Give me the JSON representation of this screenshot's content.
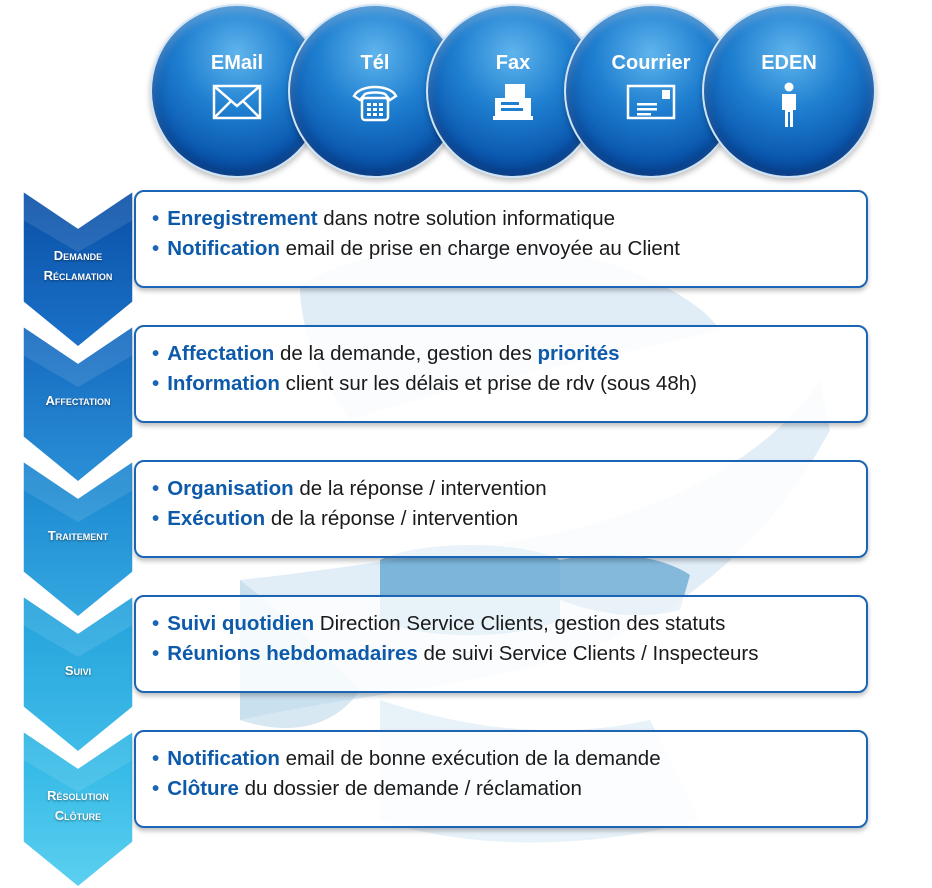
{
  "channels": [
    {
      "label": "EMail",
      "icon": "envelope-icon"
    },
    {
      "label": "Tél",
      "icon": "telephone-icon"
    },
    {
      "label": "Fax",
      "icon": "fax-icon"
    },
    {
      "label": "Courrier",
      "icon": "mail-letter-icon"
    },
    {
      "label": "EDEN",
      "icon": "person-icon"
    }
  ],
  "steps": [
    {
      "label": [
        "Demande",
        "Réclamation"
      ],
      "bullets": [
        {
          "kw": "Enregistrement",
          "text": " dans notre solution informatique",
          "kw2": ""
        },
        {
          "kw": "Notification",
          "text": " email de prise en charge envoyée au Client",
          "kw2": ""
        }
      ]
    },
    {
      "label": [
        "Affectation"
      ],
      "bullets": [
        {
          "kw": "Affectation",
          "text": " de la demande, gestion des ",
          "kw2": "priorités"
        },
        {
          "kw": "Information",
          "text": " client sur les délais et prise de rdv (sous 48h)",
          "kw2": ""
        }
      ]
    },
    {
      "label": [
        "Traitement"
      ],
      "bullets": [
        {
          "kw": "Organisation",
          "text": " de la réponse / intervention",
          "kw2": ""
        },
        {
          "kw": "Exécution",
          "text": " de la réponse / intervention",
          "kw2": ""
        }
      ]
    },
    {
      "label": [
        "Suivi"
      ],
      "bullets": [
        {
          "kw": "Suivi quotidien",
          "text": " Direction Service Clients, gestion des statuts",
          "kw2": ""
        },
        {
          "kw": "Réunions hebdomadaires",
          "text": " de suivi Service Clients / Inspecteurs",
          "kw2": ""
        }
      ]
    },
    {
      "label": [
        "Résolution",
        "Clôture"
      ],
      "bullets": [
        {
          "kw": "Notification",
          "text": " email de bonne exécution de la demande",
          "kw2": ""
        },
        {
          "kw": "Clôture",
          "text": " du dossier de demande / réclamation",
          "kw2": ""
        }
      ]
    }
  ],
  "colors": {
    "accent": "#0e5aaa",
    "chevron_top": "#0a4fa6",
    "chevron_bottom": "#2ec4e6",
    "box_border": "#1c64b4"
  }
}
